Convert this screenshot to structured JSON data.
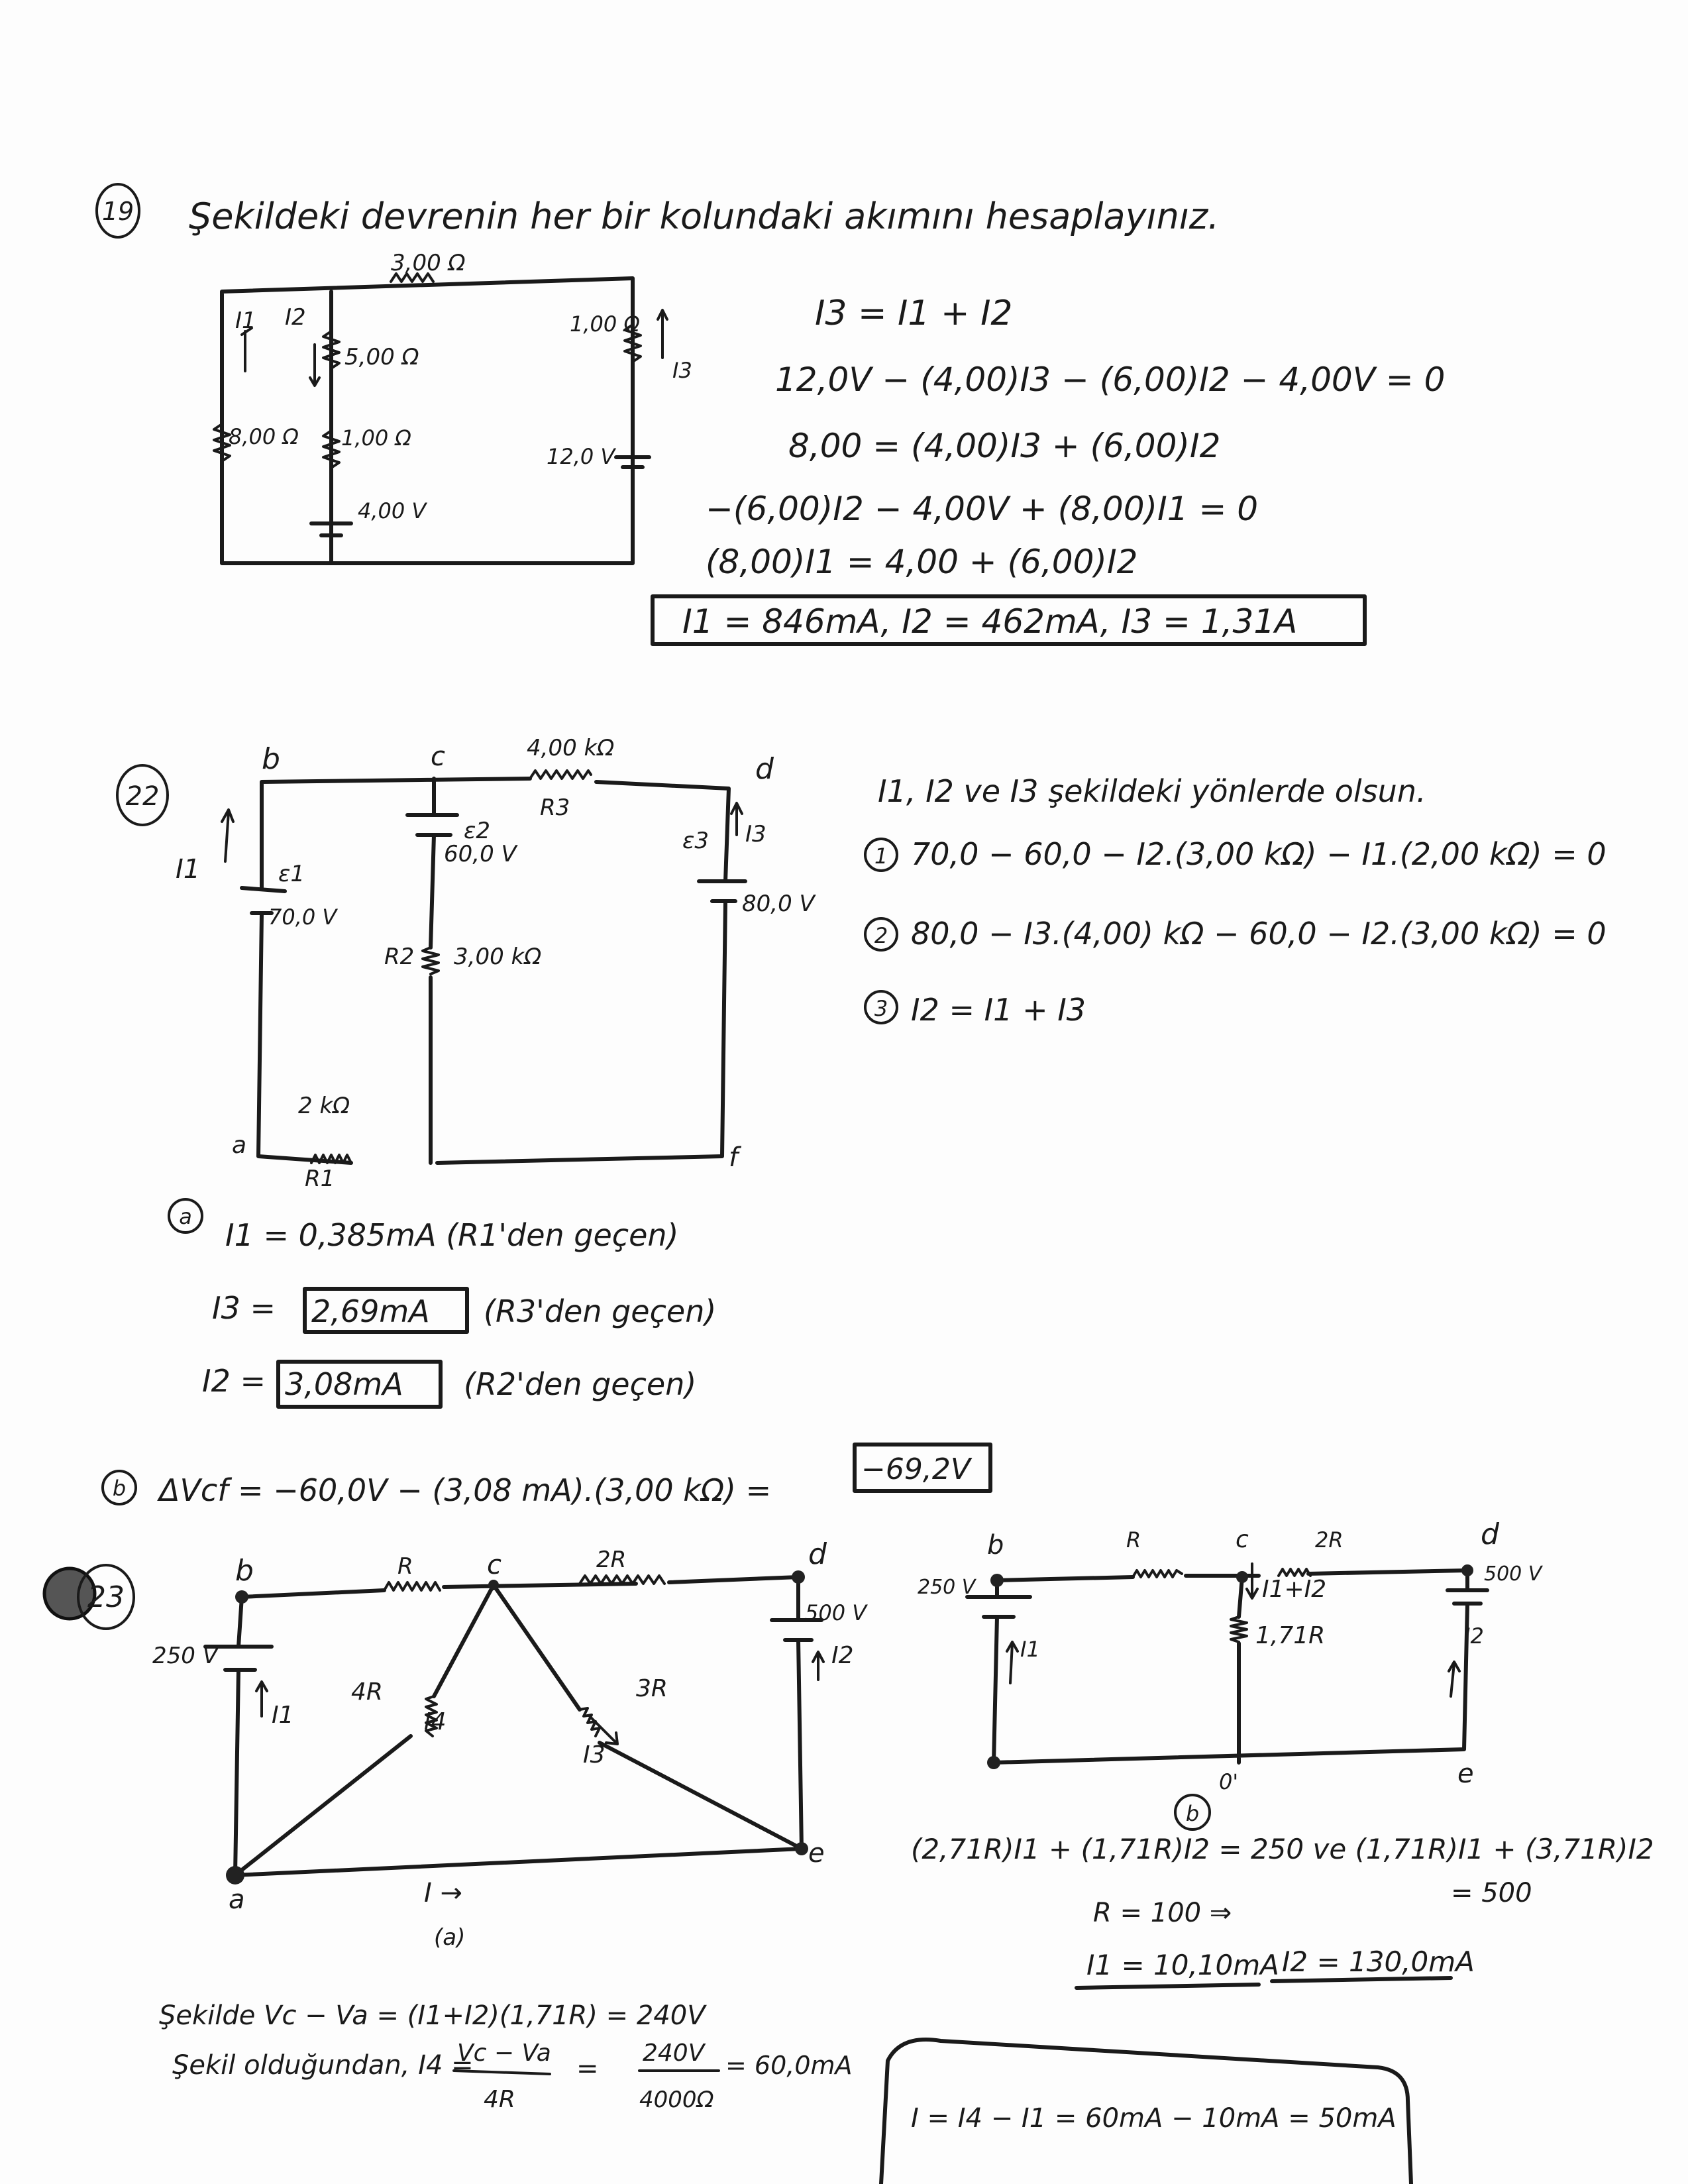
{
  "p19": {
    "number": "19",
    "title": "Şekildeki devrenin her bir kolundaki akımını hesaplayınız.",
    "labels": {
      "r_top": "3,00 Ω",
      "i1": "I1",
      "i2": "I2",
      "r_mid1": "5,00 Ω",
      "r_right": "1,00 Ω",
      "i3": "I3",
      "r_left": "8,00 Ω",
      "r_mid2": "1,00 Ω",
      "v_right": "12,0 V",
      "v_mid": "4,00 V"
    },
    "equations": [
      "I3 = I1 + I2",
      "12,0V − (4,00)I3 − (6,00)I2 − 4,00V = 0",
      "8,00 = (4,00)I3 + (6,00)I2",
      "−(6,00)I2 − 4,00V + (8,00)I1 = 0",
      "(8,00)I1 = 4,00 + (6,00)I2"
    ],
    "result": "I1 = 846mA,   I2 = 462mA,   I3 = 1,31A"
  },
  "p22": {
    "number": "22",
    "labels": {
      "b": "b",
      "c": "c",
      "d": "d",
      "a": "a",
      "f": "f",
      "r3_val": "4,00 kΩ",
      "r3": "R3",
      "e2": "ε2",
      "v2": "60,0 V",
      "e1": "ε1",
      "v1": "70,0 V",
      "i1": "I1",
      "e3": "ε3",
      "i3": "I3",
      "v3": "80,0 V",
      "r2": "R2",
      "r2_val": "3,00 kΩ",
      "r1_val": "2 kΩ",
      "r1": "R1"
    },
    "intro": "I1, I2 ve I3 şekildeki yönlerde olsun.",
    "equations": [
      {
        "n": "1",
        "text": "70,0 − 60,0 − I2.(3,00 kΩ) − I1.(2,00 kΩ) = 0"
      },
      {
        "n": "2",
        "text": "80,0 − I3.(4,00) kΩ − 60,0 − I2.(3,00 kΩ) = 0"
      },
      {
        "n": "3",
        "text": "I2 = I1 + I3"
      }
    ],
    "part_a": {
      "label": "a",
      "i1": "I1 = 0,385mA  (R1'den geçen)",
      "i3_prefix": "I3 =",
      "i3_val": "2,69mA",
      "i3_note": "(R3'den geçen)",
      "i2_prefix": "I2 =",
      "i2_val": "3,08mA",
      "i2_note": "(R2'den geçen)"
    },
    "part_b": {
      "label": "b",
      "expr": "ΔVcf = −60,0V − (3,08 mA).(3,00 kΩ) =",
      "val": "−69,2V"
    }
  },
  "p23": {
    "number": "23",
    "fig_a": {
      "b": "b",
      "c": "c",
      "d": "d",
      "a": "a",
      "e": "e",
      "r": "R",
      "r2": "2R",
      "v1": "250 V",
      "v2": "500 V",
      "i2": "I2",
      "r4": "4R",
      "r3": "3R",
      "i4": "I4",
      "i3": "I3",
      "i1": "I1",
      "i": "I →",
      "caption": "(a)"
    },
    "fig_b": {
      "b": "b",
      "c": "c",
      "d": "d",
      "e": "e",
      "o": "0'",
      "r": "R",
      "r2": "2R",
      "v1": "250 V",
      "v2": "500 V",
      "i12": "I1+I2",
      "r171": "1,71R",
      "i1": "I1",
      "i2": "I2",
      "caption": "b"
    },
    "equations": [
      "(2,71R)I1 + (1,71R)I2 = 250  ve  (1,71R)I1 + (3,71R)I2",
      "= 500",
      "R = 100 ⇒",
      "I1 = 10,10mA",
      "I2 = 130,0mA"
    ],
    "bottom": [
      "Şekilde   Vc − Va = (I1+I2)(1,71R) = 240V",
      "Şekil olduğundan,  I4 =",
      "Vc − Va",
      "4R",
      "=",
      "240V",
      "4000Ω",
      "= 60,0mA"
    ],
    "final": "I = I4 − I1 = 60mA − 10mA = 50mA"
  }
}
